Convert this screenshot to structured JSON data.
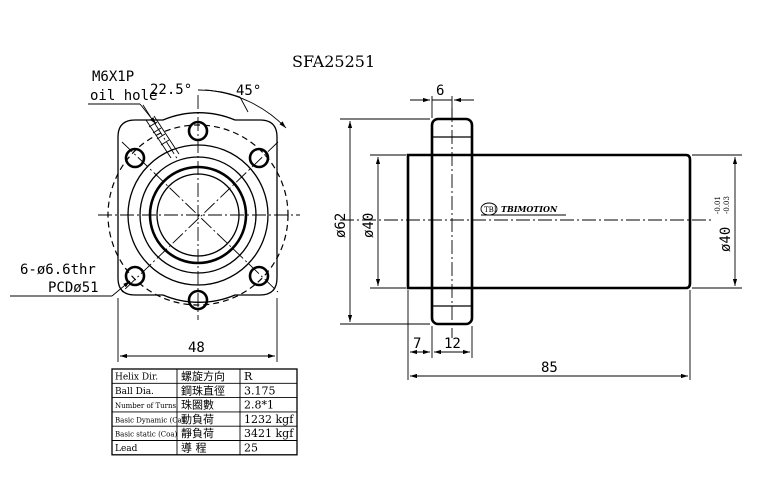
{
  "title": "SFA25251",
  "front_view": {
    "oil_hole_spec": "M6X1P",
    "oil_hole_label": "oil hole",
    "angle_small": "22.5°",
    "angle_large": "45°",
    "hole_spec": "6-ø6.6thr",
    "pcd": "PCDø51",
    "width": "48"
  },
  "side_view": {
    "flange_thickness": "6",
    "flange_dia": "ø62",
    "body_dia": "ø40",
    "spigot_len": "7",
    "flange_width": "12",
    "total_length": "85",
    "tol_dia": "ø40",
    "tol_upper": "-0.01",
    "tol_lower": "-0.03",
    "brand": "TBIMOTION"
  },
  "spec_table": [
    {
      "label": "Helix Dir.",
      "cn": "螺旋方向",
      "value": "R"
    },
    {
      "label": "Ball Dia.",
      "cn": "鋼珠直徑",
      "value": "3.175"
    },
    {
      "label": "Number of Turns",
      "cn": "珠圈數",
      "value": "2.8*1"
    },
    {
      "label": "Basic Dynamic (Ca)",
      "cn": "動負荷",
      "value": "1232 kgf"
    },
    {
      "label": "Basic static (Coa)",
      "cn": "靜負荷",
      "value": "3421 kgf"
    },
    {
      "label": "Lead",
      "cn": "導 程",
      "value": "25"
    }
  ]
}
